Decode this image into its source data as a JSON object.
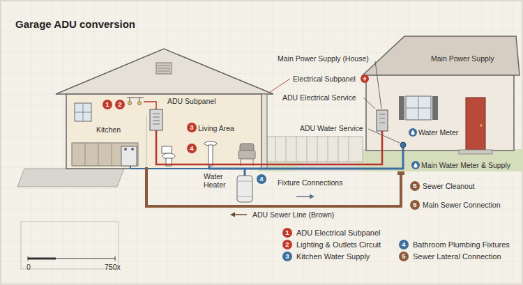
{
  "diagram": {
    "title": "Garage ADU conversion",
    "labels": [
      "Main Power Supply (House)",
      "Main Power Supply",
      "Electrical Subpanel",
      "ADU Subpanel",
      "ADU Electrical Service",
      "1",
      "2",
      "Kitchen",
      "3",
      "Living Area",
      "ADU Water Service",
      "Water Meter",
      "4",
      "Water Heater",
      "4",
      "Fixture Connections",
      "Main Water Meter & Supply",
      "5",
      "Sewer Cleanout",
      "5",
      "Main Sewer Connection",
      "ADU Sewer Line (Brown)",
      "0",
      "750x",
      "1",
      "2",
      "3",
      "4",
      "5"
    ],
    "legend": [
      {
        "text": "ADU Electrical Subpanel",
        "color": "#c0392b"
      },
      {
        "text": "Lighting & Outlets Circuit",
        "color": "#c0392b"
      },
      {
        "text": "Kitchen Water Supply",
        "color": "#3b6e9e"
      },
      {
        "text": "Bathroom Plumbing Fixtures",
        "color": "#3b6e9e"
      },
      {
        "text": "Sewer Lateral Connection",
        "color": "#8b5a3c"
      }
    ]
  }
}
